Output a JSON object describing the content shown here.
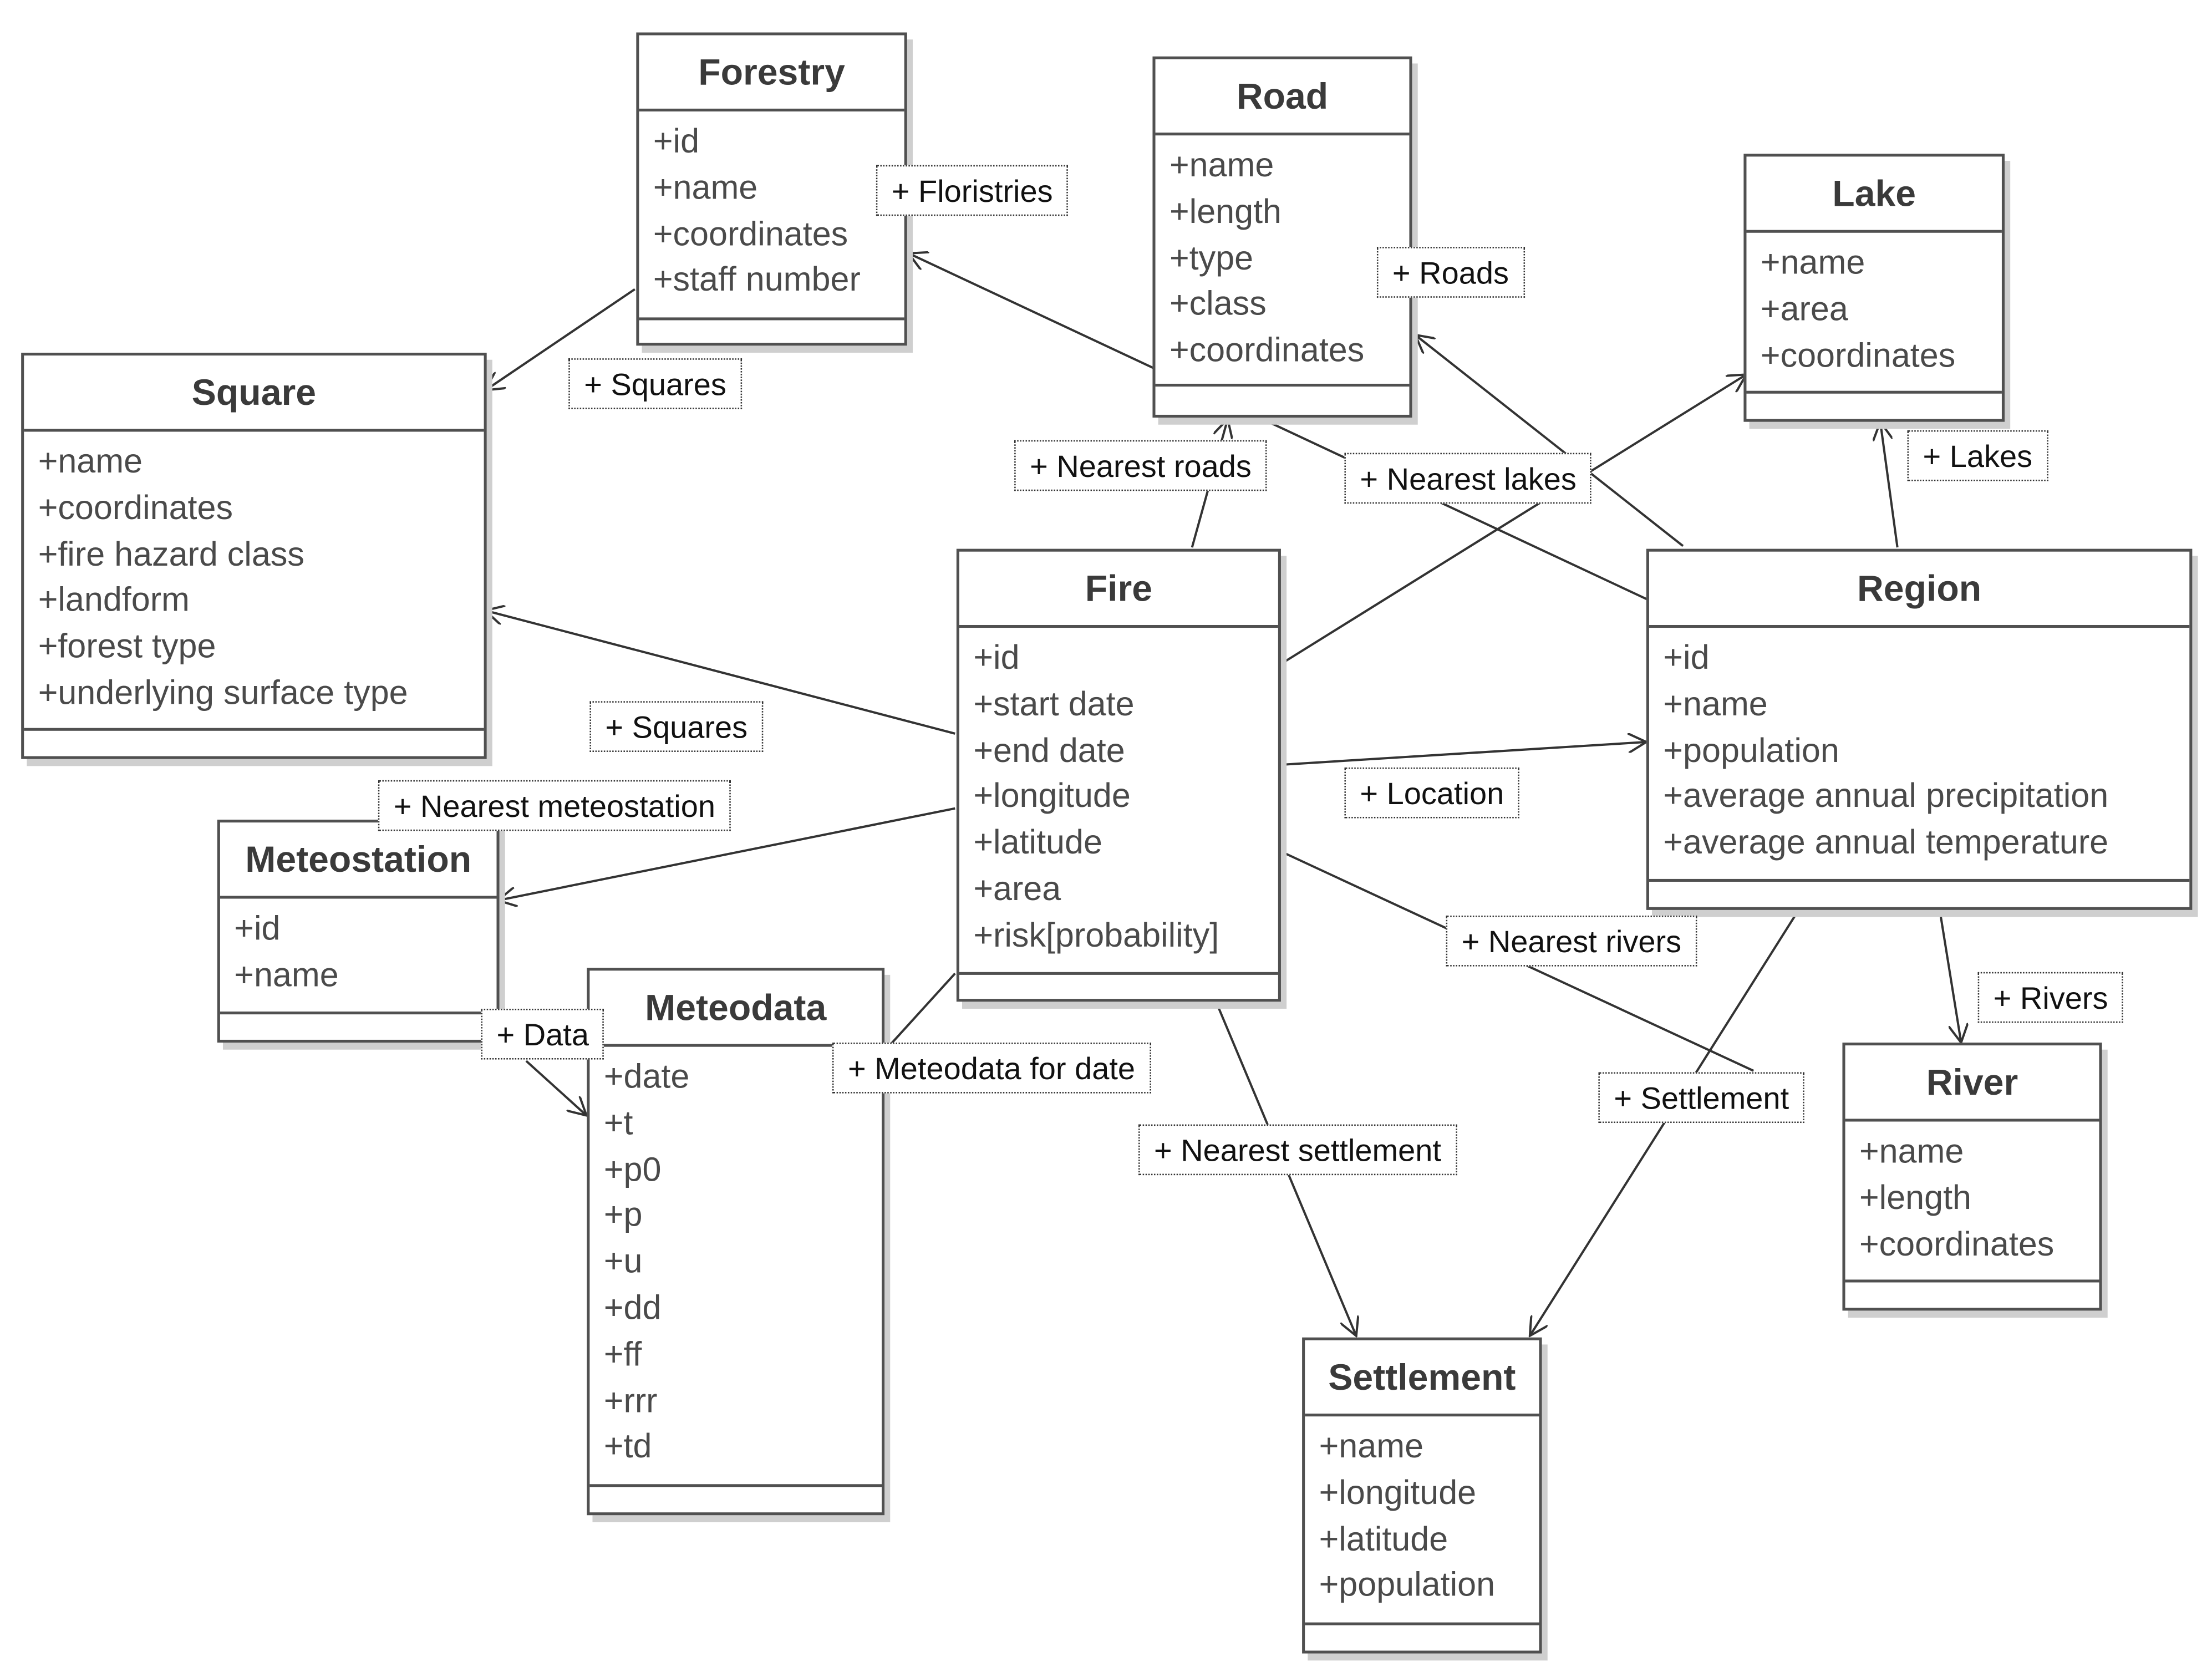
{
  "classes": {
    "forestry": {
      "title": "Forestry",
      "attrs": [
        "+id",
        "+name",
        "+coordinates",
        "+staff number"
      ]
    },
    "road": {
      "title": "Road",
      "attrs": [
        "+name",
        "+length",
        "+type",
        "+class",
        "+coordinates"
      ]
    },
    "lake": {
      "title": "Lake",
      "attrs": [
        "+name",
        "+area",
        "+coordinates"
      ]
    },
    "square": {
      "title": "Square",
      "attrs": [
        "+name",
        "+coordinates",
        "+fire hazard class",
        "+landform",
        "+forest type",
        "+underlying surface type"
      ]
    },
    "fire": {
      "title": "Fire",
      "attrs": [
        "+id",
        "+start date",
        "+end date",
        "+longitude",
        "+latitude",
        "+area",
        "+risk[probability]"
      ]
    },
    "region": {
      "title": "Region",
      "attrs": [
        "+id",
        "+name",
        "+population",
        "+average annual precipitation",
        "+average annual temperature"
      ]
    },
    "meteostation": {
      "title": "Meteostation",
      "attrs": [
        "+id",
        "+name"
      ]
    },
    "meteodata": {
      "title": "Meteodata",
      "attrs": [
        "+date",
        "+t",
        "+p0",
        "+p",
        "+u",
        "+dd",
        "+ff",
        "+rrr",
        "+td"
      ]
    },
    "river": {
      "title": "River",
      "attrs": [
        "+name",
        "+length",
        "+coordinates"
      ]
    },
    "settlement": {
      "title": "Settlement",
      "attrs": [
        "+name",
        "+longitude",
        "+latitude",
        "+population"
      ]
    }
  },
  "labels": {
    "floristries": "+ Floristries",
    "roads": "+ Roads",
    "squares_forestry": "+ Squares",
    "nearest_roads": "+ Nearest roads",
    "nearest_lakes": "+ Nearest lakes",
    "lakes": "+ Lakes",
    "squares_fire": "+ Squares",
    "nearest_meteostation": "+ Nearest meteostation",
    "location": "+ Location",
    "nearest_rivers": "+ Nearest rivers",
    "rivers": "+ Rivers",
    "data": "+ Data",
    "meteodata_for_date": "+ Meteodata for date",
    "settlement": "+ Settlement",
    "nearest_settlement": "+ Nearest settlement"
  }
}
